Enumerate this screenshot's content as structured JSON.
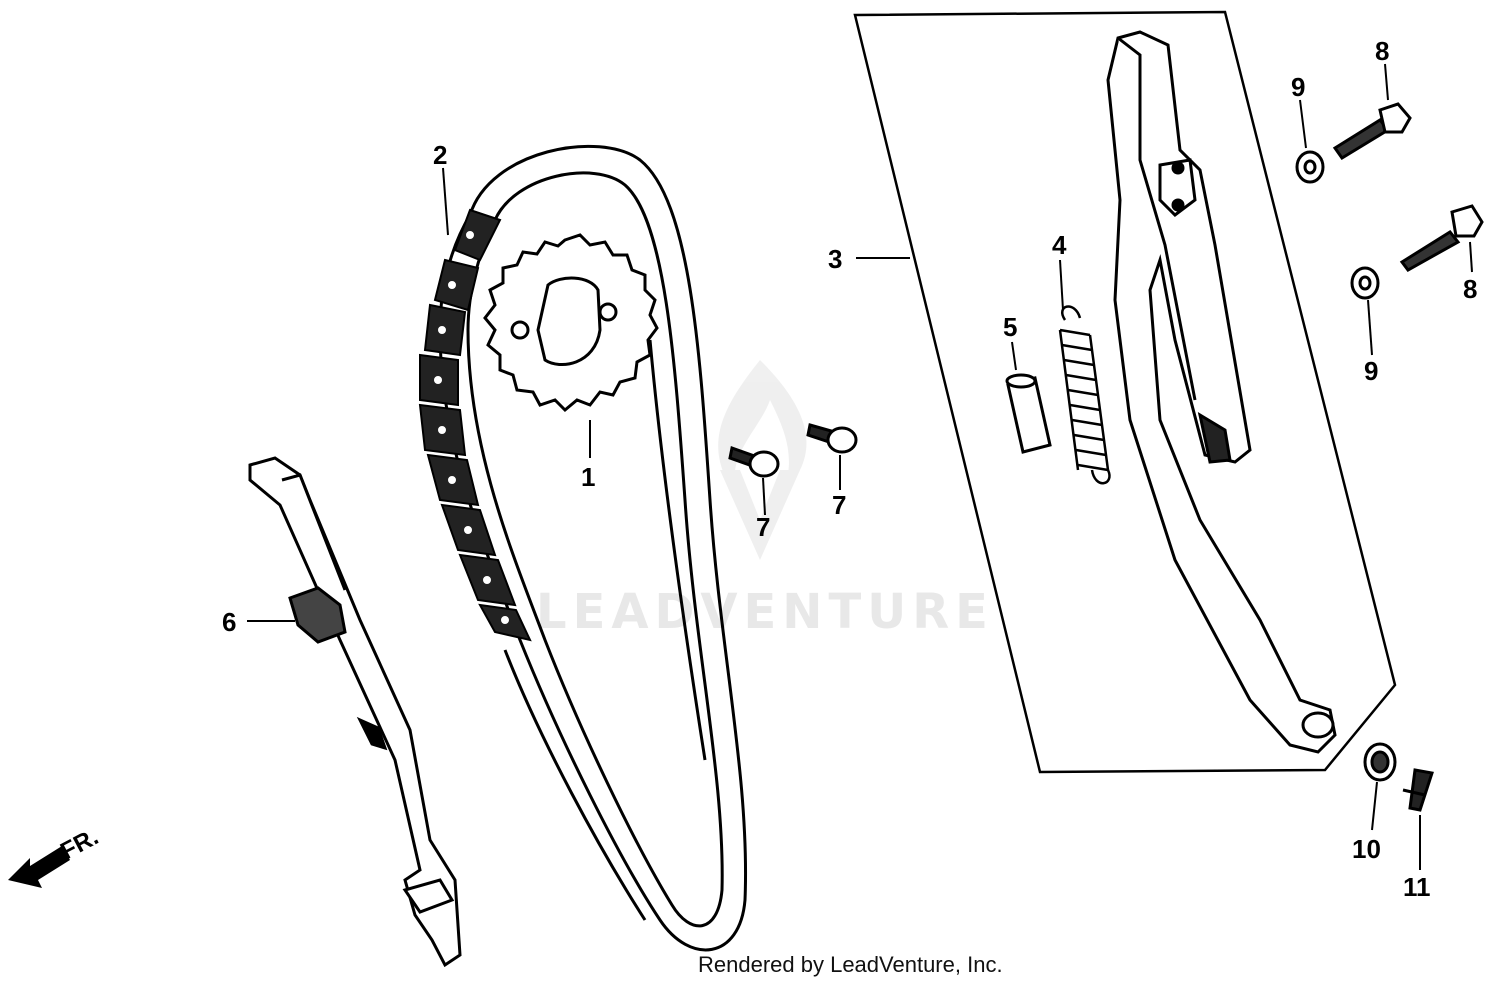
{
  "diagram": {
    "callouts": {
      "c1": "1",
      "c2": "2",
      "c3": "3",
      "c4": "4",
      "c5": "5",
      "c6": "6",
      "c7a": "7",
      "c7b": "7",
      "c8a": "8",
      "c8b": "8",
      "c9a": "9",
      "c9b": "9",
      "c10": "10",
      "c11": "11"
    },
    "direction_label": "FR.",
    "watermark_text": "LEADVENTURE",
    "footer": "Rendered by LeadVenture, Inc."
  }
}
